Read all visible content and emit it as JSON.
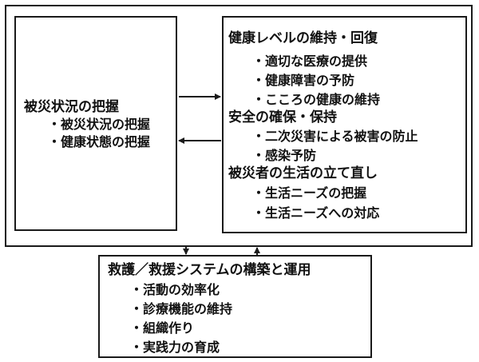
{
  "left_panel": {
    "title": "被災状況の把握",
    "items": [
      "・被災状況の把握",
      "・健康状態の把握"
    ]
  },
  "right_panel": {
    "sections": [
      {
        "title": "健康レベルの維持・回復",
        "items": [
          "・適切な医療の提供",
          "・健康障害の予防",
          "・こころの健康の維持"
        ]
      },
      {
        "title": "安全の確保・保持",
        "items": [
          "・二次災害による被害の防止",
          "・感染予防"
        ]
      },
      {
        "title": "被災者の生活の立て直し",
        "items": [
          "・生活ニーズの把握",
          "・生活ニーズへの対応"
        ]
      }
    ]
  },
  "bottom_panel": {
    "title": "救護／救援システムの構築と運用",
    "items": [
      "・活動の効率化",
      "・診療機能の維持",
      "・組織作り",
      "・実践力の育成"
    ]
  },
  "colors": {
    "line": "#1a1a1a",
    "text": "#111111",
    "background": "#ffffff"
  }
}
